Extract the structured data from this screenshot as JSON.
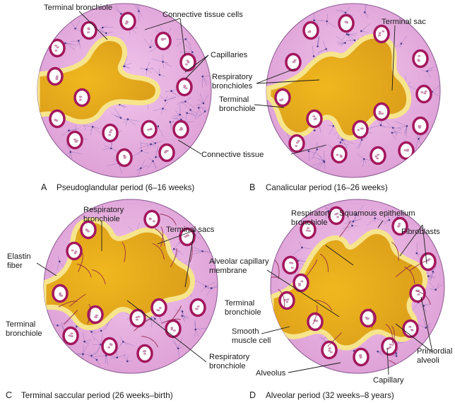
{
  "panels": [
    {
      "letter": "A",
      "caption": "Pseudoglandular period (6–16 weeks)",
      "labels": [
        "Terminal bronchiole",
        "Connective tissue cells",
        "Capillaries",
        "Respiratory\nbronchioles",
        "Terminal\nbronchiole",
        "Connective tissue"
      ]
    },
    {
      "letter": "B",
      "caption": "Canalicular period (16–26 weeks)",
      "labels": [
        "Terminal sac"
      ]
    },
    {
      "letter": "C",
      "caption": "Terminal saccular period (26 weeks–birth)",
      "labels": [
        "Respiratory\nbronchiole",
        "Terminal sacs",
        "Elastin\nfiber",
        "Terminal\nbronchiole",
        "Respiratory\nbronchiole"
      ]
    },
    {
      "letter": "D",
      "caption": "Alveolar period (32 weeks–8 years)",
      "labels": [
        "Respiratory\nbronchiole",
        "Squamous epithelium",
        "Fibroblasts",
        "Alveolar capillary\nmembrane",
        "Terminal\nbronchiole",
        "Smooth\nmuscle cell",
        "Alveolus",
        "Capillary",
        "Primordial\nalveoli"
      ]
    }
  ],
  "colors": {
    "tissue": "#e9b3e0",
    "tissue_edge": "#8a5a92",
    "lumen": "#e6ad1c",
    "epithelium": "#fbf1a6",
    "capillary": "#a3175d",
    "fiber": "#6a55a8",
    "elastin": "#8c1b44"
  }
}
